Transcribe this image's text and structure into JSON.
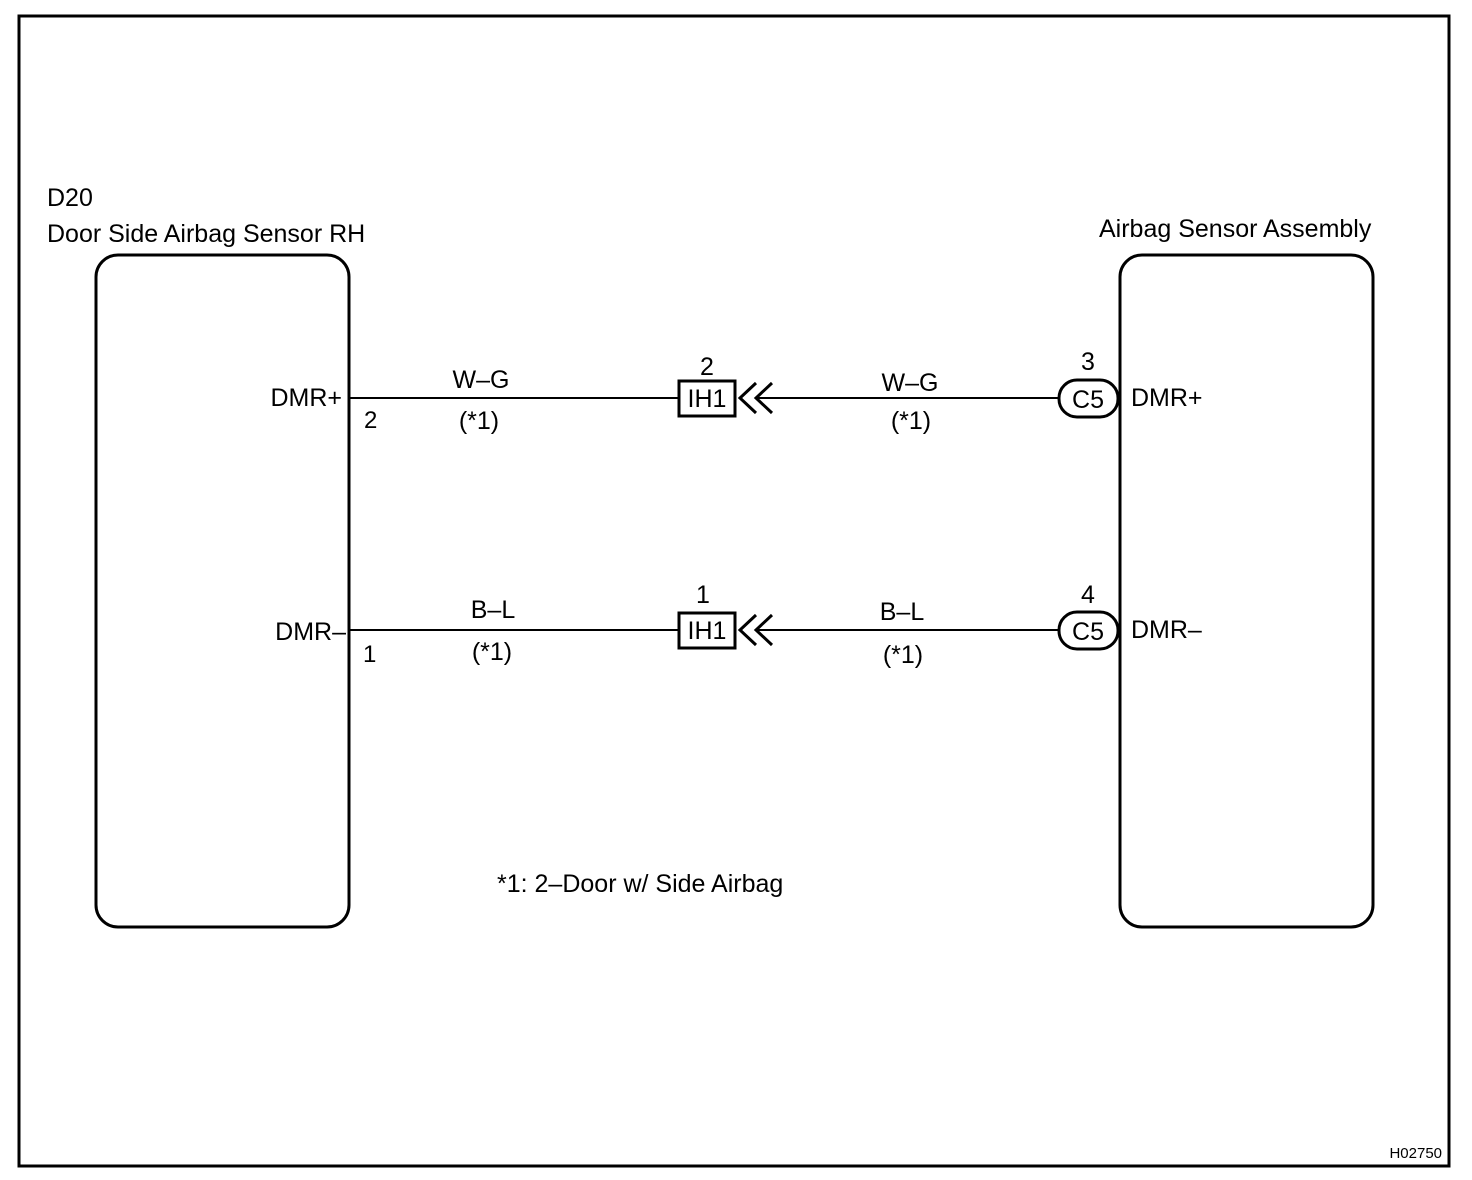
{
  "diagram": {
    "figure_id": "H02750",
    "footnote": "*1: 2–Door w/ Side Airbag",
    "left_component": {
      "code": "D20",
      "name": "Door Side Airbag Sensor RH",
      "pins": [
        {
          "label": "DMR+",
          "number": "2"
        },
        {
          "label": "DMR–",
          "number": "1"
        }
      ]
    },
    "right_component": {
      "name": "Airbag Sensor Assembly",
      "pins": [
        {
          "label": "DMR+",
          "number": "3",
          "connector": "C5"
        },
        {
          "label": "DMR–",
          "number": "4",
          "connector": "C5"
        }
      ]
    },
    "junction_connectors": [
      {
        "code": "IH1",
        "pin": "2"
      },
      {
        "code": "IH1",
        "pin": "1"
      }
    ],
    "wires": [
      {
        "color": "W–G",
        "note": "(*1)"
      },
      {
        "color": "W–G",
        "note": "(*1)"
      },
      {
        "color": "B–L",
        "note": "(*1)"
      },
      {
        "color": "B–L",
        "note": "(*1)"
      }
    ]
  }
}
